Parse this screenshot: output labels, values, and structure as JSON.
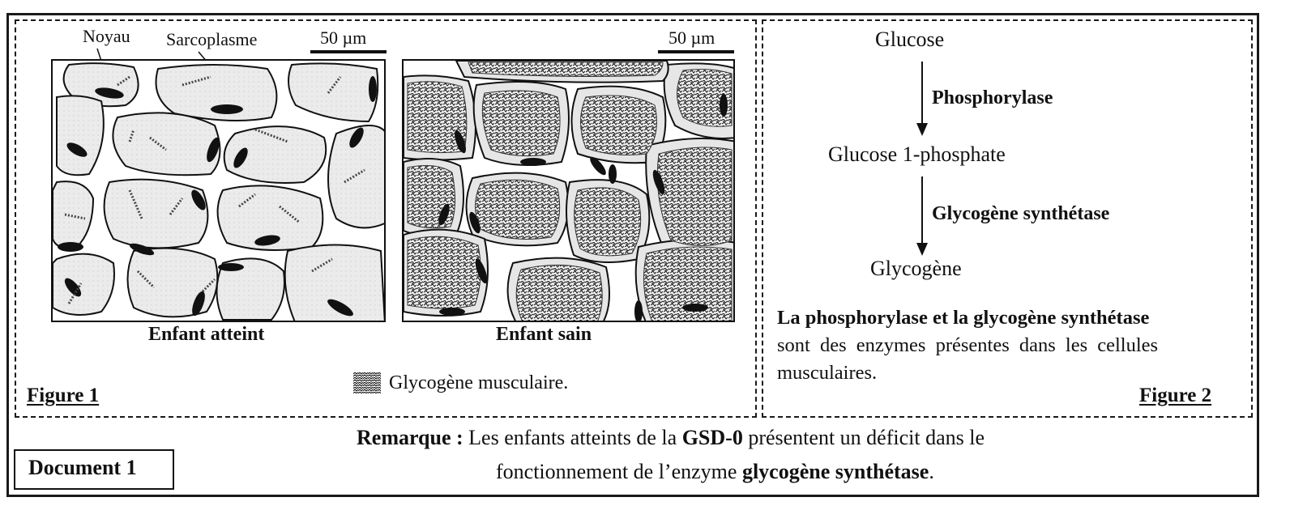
{
  "figure1": {
    "label": "Figure 1",
    "noyau_label": "Noyau",
    "sarcoplasme_label": "Sarcoplasme",
    "scale_left": "50 µm",
    "scale_right": "50 µm",
    "caption_left": "Enfant atteint",
    "caption_right": "Enfant sain",
    "legend_text": "Glycogène musculaire."
  },
  "figure2": {
    "label": "Figure 2",
    "glucose": "Glucose",
    "enzyme1": "Phosphorylase",
    "glucose1p": "Glucose 1-phosphate",
    "enzyme2": "Glycogène synthétase",
    "glycogene": "Glycogène",
    "note_bold": "La phosphorylase et la glycogène synthétase",
    "note_line2": "sont des enzymes présentes dans les cellules",
    "note_line3": "musculaires."
  },
  "document": {
    "label": "Document 1",
    "remark_label": "Remarque :",
    "remark_part1": "Les enfants atteints de la",
    "remark_gsd": "GSD-0",
    "remark_part2": "présentent un déficit dans le",
    "remark_part3": "fonctionnement de l’enzyme",
    "remark_enzyme": "glycogène synthétase",
    "remark_end": "."
  },
  "colors": {
    "ink": "#111111",
    "cell_fill": "#e9e9e9",
    "glycogen": "#2a2a2a"
  }
}
